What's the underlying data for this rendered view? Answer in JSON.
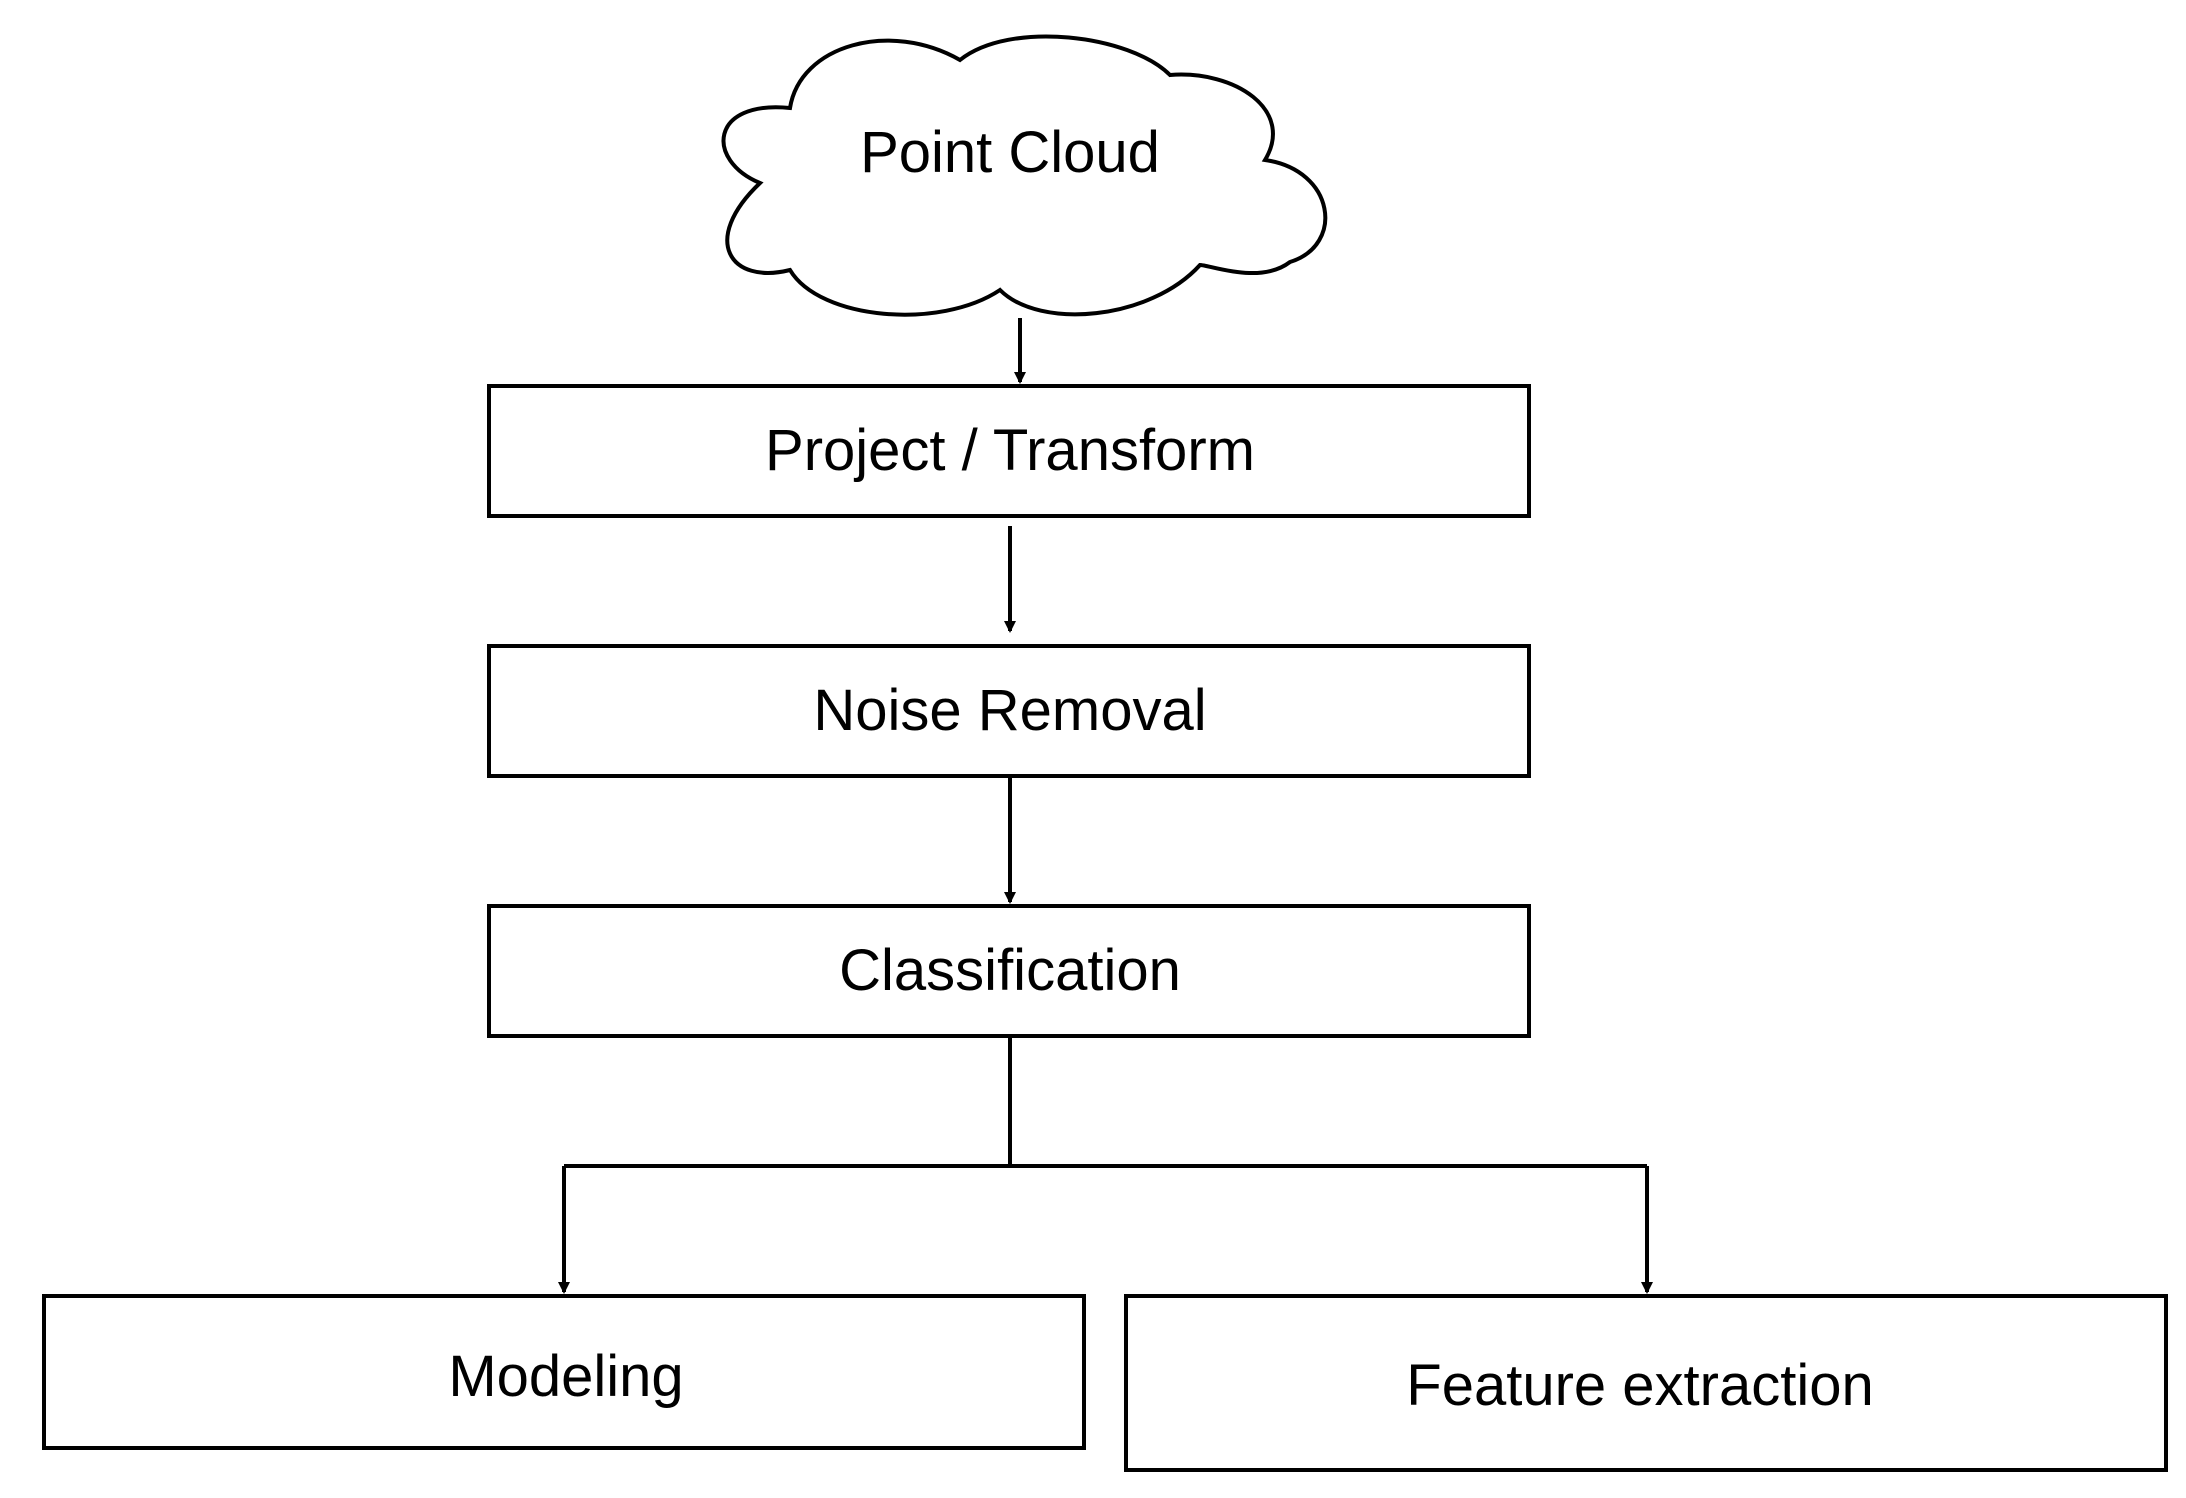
{
  "nodes": {
    "point_cloud": "Point Cloud",
    "project_transform": "Project / Transform",
    "noise_removal": "Noise Removal",
    "classification": "Classification",
    "modeling": "Modeling",
    "feature_extraction": "Feature extraction"
  },
  "colors": {
    "stroke": "#000000",
    "fill": "#ffffff",
    "text": "#000000"
  }
}
